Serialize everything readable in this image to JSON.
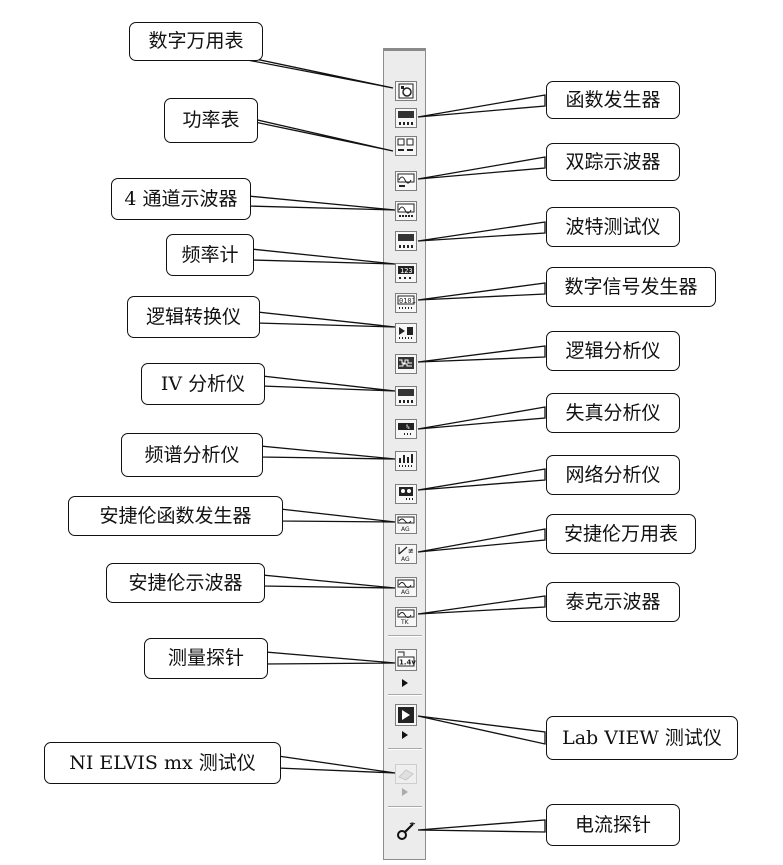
{
  "left_labels": [
    "数字万用表",
    "功率表",
    "4 通道示波器",
    "频率计",
    "逻辑转换仪",
    "IV 分析仪",
    "频谱分析仪",
    "安捷伦函数发生器",
    "安捷伦示波器",
    "测量探针",
    "NI ELVIS mx 测试仪"
  ],
  "right_labels": [
    "函数发生器",
    "双踪示波器",
    "波特测试仪",
    "数字信号发生器",
    "逻辑分析仪",
    "失真分析仪",
    "网络分析仪",
    "安捷伦万用表",
    "泰克示波器",
    "Lab VIEW 测试仪",
    "电流探针"
  ],
  "toolbar_icons": [
    "multimeter-icon",
    "function-generator-icon",
    "wattmeter-icon",
    "oscilloscope-icon",
    "four-channel-oscilloscope-icon",
    "bode-plotter-icon",
    "frequency-counter-icon",
    "word-generator-icon",
    "logic-converter-icon",
    "logic-analyzer-icon",
    "iv-analyzer-icon",
    "distortion-analyzer-icon",
    "spectrum-analyzer-icon",
    "network-analyzer-icon",
    "agilent-function-generator-icon",
    "agilent-multimeter-icon",
    "agilent-oscilloscope-icon",
    "tektronix-oscilloscope-icon",
    "measurement-probe-icon",
    "labview-instrument-icon",
    "ni-elvis-instrument-icon",
    "current-probe-icon"
  ],
  "probe_readout": "1.4v"
}
